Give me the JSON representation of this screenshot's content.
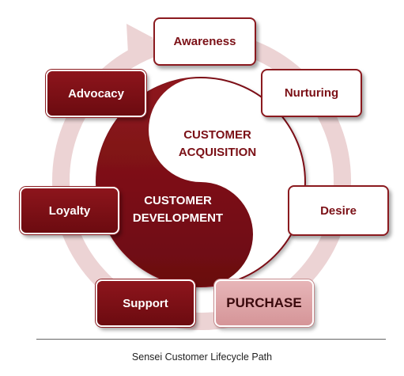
{
  "diagram": {
    "stages": {
      "awareness": "Awareness",
      "nurturing": "Nurturing",
      "desire": "Desire",
      "purchase": "PURCHASE",
      "support": "Support",
      "loyalty": "Loyalty",
      "advocacy": "Advocacy"
    },
    "center": {
      "acquisition_line1": "CUSTOMER",
      "acquisition_line2": "ACQUISITION",
      "development_line1": "CUSTOMER",
      "development_line2": "DEVELOPMENT"
    },
    "caption": "Sensei Customer Lifecycle Path"
  },
  "colors": {
    "dark_red": "#7b1016",
    "ring_pink": "#ecd3d4",
    "purchase_pink": "#dca2a5"
  }
}
